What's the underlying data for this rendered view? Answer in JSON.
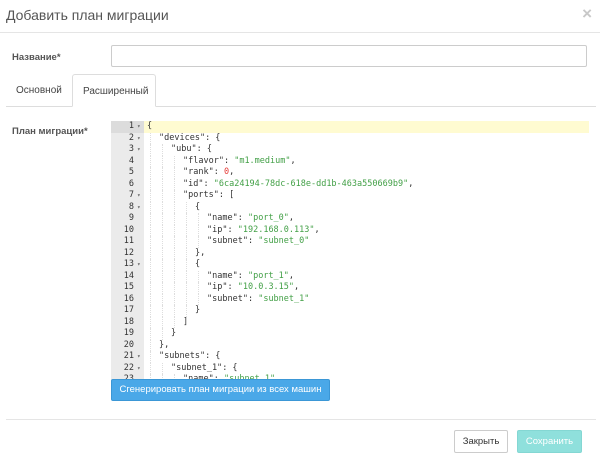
{
  "dialog": {
    "title": "Добавить план миграции",
    "close_symbol": "×"
  },
  "form": {
    "name_label": "Название*",
    "name_value": "",
    "plan_label": "План миграции*"
  },
  "tabs": [
    {
      "label": "Основной",
      "active": false
    },
    {
      "label": "Расширенный",
      "active": true
    }
  ],
  "editor": {
    "lines": [
      {
        "n": "1",
        "fold": true,
        "indent": 0,
        "tokens": [
          [
            "p",
            "{"
          ]
        ]
      },
      {
        "n": "2",
        "fold": true,
        "indent": 1,
        "tokens": [
          [
            "k",
            "\"devices\""
          ],
          [
            "p",
            ": {"
          ]
        ]
      },
      {
        "n": "3",
        "fold": true,
        "indent": 2,
        "tokens": [
          [
            "k",
            "\"ubu\""
          ],
          [
            "p",
            ": {"
          ]
        ]
      },
      {
        "n": "4",
        "fold": false,
        "indent": 3,
        "tokens": [
          [
            "k",
            "\"flavor\""
          ],
          [
            "p",
            ": "
          ],
          [
            "s",
            "\"m1.medium\""
          ],
          [
            "p",
            ","
          ]
        ]
      },
      {
        "n": "5",
        "fold": false,
        "indent": 3,
        "tokens": [
          [
            "k",
            "\"rank\""
          ],
          [
            "p",
            ": "
          ],
          [
            "num",
            "0"
          ],
          [
            "p",
            ","
          ]
        ]
      },
      {
        "n": "6",
        "fold": false,
        "indent": 3,
        "tokens": [
          [
            "k",
            "\"id\""
          ],
          [
            "p",
            ": "
          ],
          [
            "s",
            "\"6ca24194-78dc-618e-dd1b-463a550669b9\""
          ],
          [
            "p",
            ","
          ]
        ]
      },
      {
        "n": "7",
        "fold": true,
        "indent": 3,
        "tokens": [
          [
            "k",
            "\"ports\""
          ],
          [
            "p",
            ": ["
          ]
        ]
      },
      {
        "n": "8",
        "fold": true,
        "indent": 4,
        "tokens": [
          [
            "p",
            "{"
          ]
        ]
      },
      {
        "n": "9",
        "fold": false,
        "indent": 5,
        "tokens": [
          [
            "k",
            "\"name\""
          ],
          [
            "p",
            ": "
          ],
          [
            "s",
            "\"port_0\""
          ],
          [
            "p",
            ","
          ]
        ]
      },
      {
        "n": "10",
        "fold": false,
        "indent": 5,
        "tokens": [
          [
            "k",
            "\"ip\""
          ],
          [
            "p",
            ": "
          ],
          [
            "s",
            "\"192.168.0.113\""
          ],
          [
            "p",
            ","
          ]
        ]
      },
      {
        "n": "11",
        "fold": false,
        "indent": 5,
        "tokens": [
          [
            "k",
            "\"subnet\""
          ],
          [
            "p",
            ": "
          ],
          [
            "s",
            "\"subnet_0\""
          ]
        ]
      },
      {
        "n": "12",
        "fold": false,
        "indent": 4,
        "tokens": [
          [
            "p",
            "},"
          ]
        ]
      },
      {
        "n": "13",
        "fold": true,
        "indent": 4,
        "tokens": [
          [
            "p",
            "{"
          ]
        ]
      },
      {
        "n": "14",
        "fold": false,
        "indent": 5,
        "tokens": [
          [
            "k",
            "\"name\""
          ],
          [
            "p",
            ": "
          ],
          [
            "s",
            "\"port_1\""
          ],
          [
            "p",
            ","
          ]
        ]
      },
      {
        "n": "15",
        "fold": false,
        "indent": 5,
        "tokens": [
          [
            "k",
            "\"ip\""
          ],
          [
            "p",
            ": "
          ],
          [
            "s",
            "\"10.0.3.15\""
          ],
          [
            "p",
            ","
          ]
        ]
      },
      {
        "n": "16",
        "fold": false,
        "indent": 5,
        "tokens": [
          [
            "k",
            "\"subnet\""
          ],
          [
            "p",
            ": "
          ],
          [
            "s",
            "\"subnet_1\""
          ]
        ]
      },
      {
        "n": "17",
        "fold": false,
        "indent": 4,
        "tokens": [
          [
            "p",
            "}"
          ]
        ]
      },
      {
        "n": "18",
        "fold": false,
        "indent": 3,
        "tokens": [
          [
            "p",
            "]"
          ]
        ]
      },
      {
        "n": "19",
        "fold": false,
        "indent": 2,
        "tokens": [
          [
            "p",
            "}"
          ]
        ]
      },
      {
        "n": "20",
        "fold": false,
        "indent": 1,
        "tokens": [
          [
            "p",
            "},"
          ]
        ]
      },
      {
        "n": "21",
        "fold": true,
        "indent": 1,
        "tokens": [
          [
            "k",
            "\"subnets\""
          ],
          [
            "p",
            ": {"
          ]
        ]
      },
      {
        "n": "22",
        "fold": true,
        "indent": 2,
        "tokens": [
          [
            "k",
            "\"subnet_1\""
          ],
          [
            "p",
            ": {"
          ]
        ]
      },
      {
        "n": "23",
        "fold": false,
        "indent": 3,
        "tokens": [
          [
            "k",
            "\"name\""
          ],
          [
            "p",
            ": "
          ],
          [
            "s",
            "\"subnet_1\""
          ],
          [
            "p",
            ","
          ]
        ]
      }
    ]
  },
  "buttons": {
    "generate": "Сгенерировать план миграции из всех машин",
    "close": "Закрыть",
    "save": "Сохранить"
  },
  "colors": {
    "primary": "#4aa8e8",
    "save_disabled": "#8fe0dc",
    "active_line": "#fffbd1",
    "gutter": "#ebebeb",
    "json_string": "#43a047",
    "json_number": "#e53935"
  }
}
